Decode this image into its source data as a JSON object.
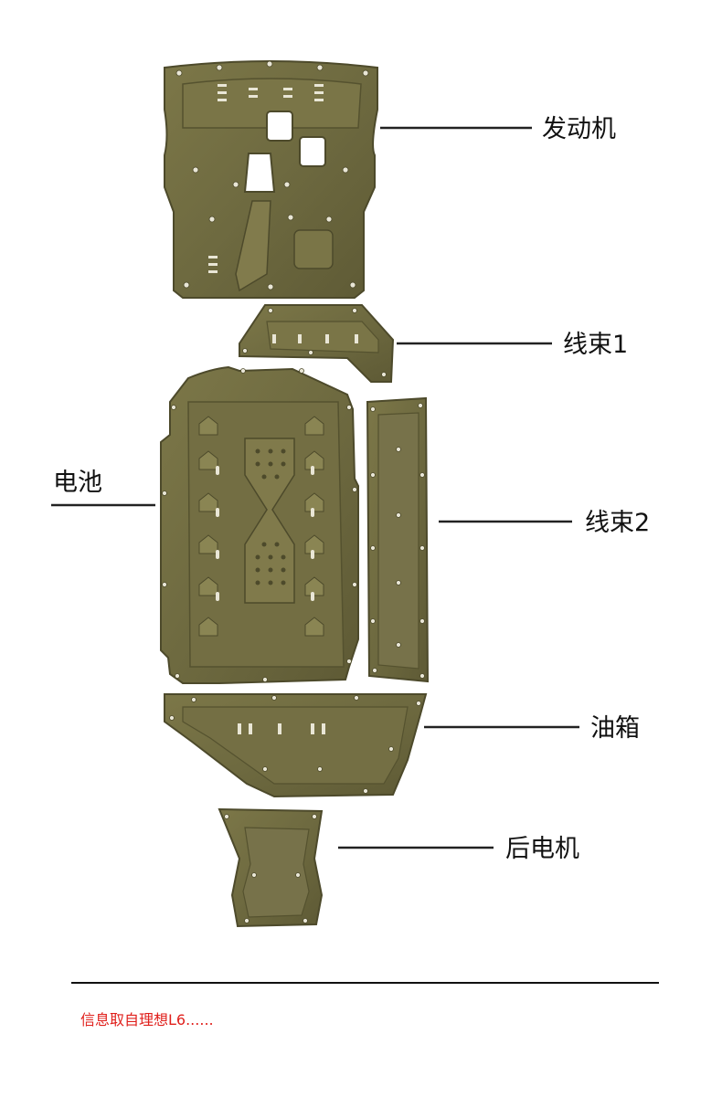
{
  "colors": {
    "plate": "#6e6a40",
    "plate_light": "#8a8553",
    "plate_dark": "#4d4a2b",
    "bolt": "#e9e6d6",
    "leader": "#222222",
    "note": "#e0201c"
  },
  "labels": {
    "engine": "发动机",
    "harness1": "线束1",
    "battery": "电池",
    "harness2": "线束2",
    "fuel_tank": "油箱",
    "rear_motor": "后电机"
  },
  "footer": {
    "note": "信息取自理想L6......"
  }
}
